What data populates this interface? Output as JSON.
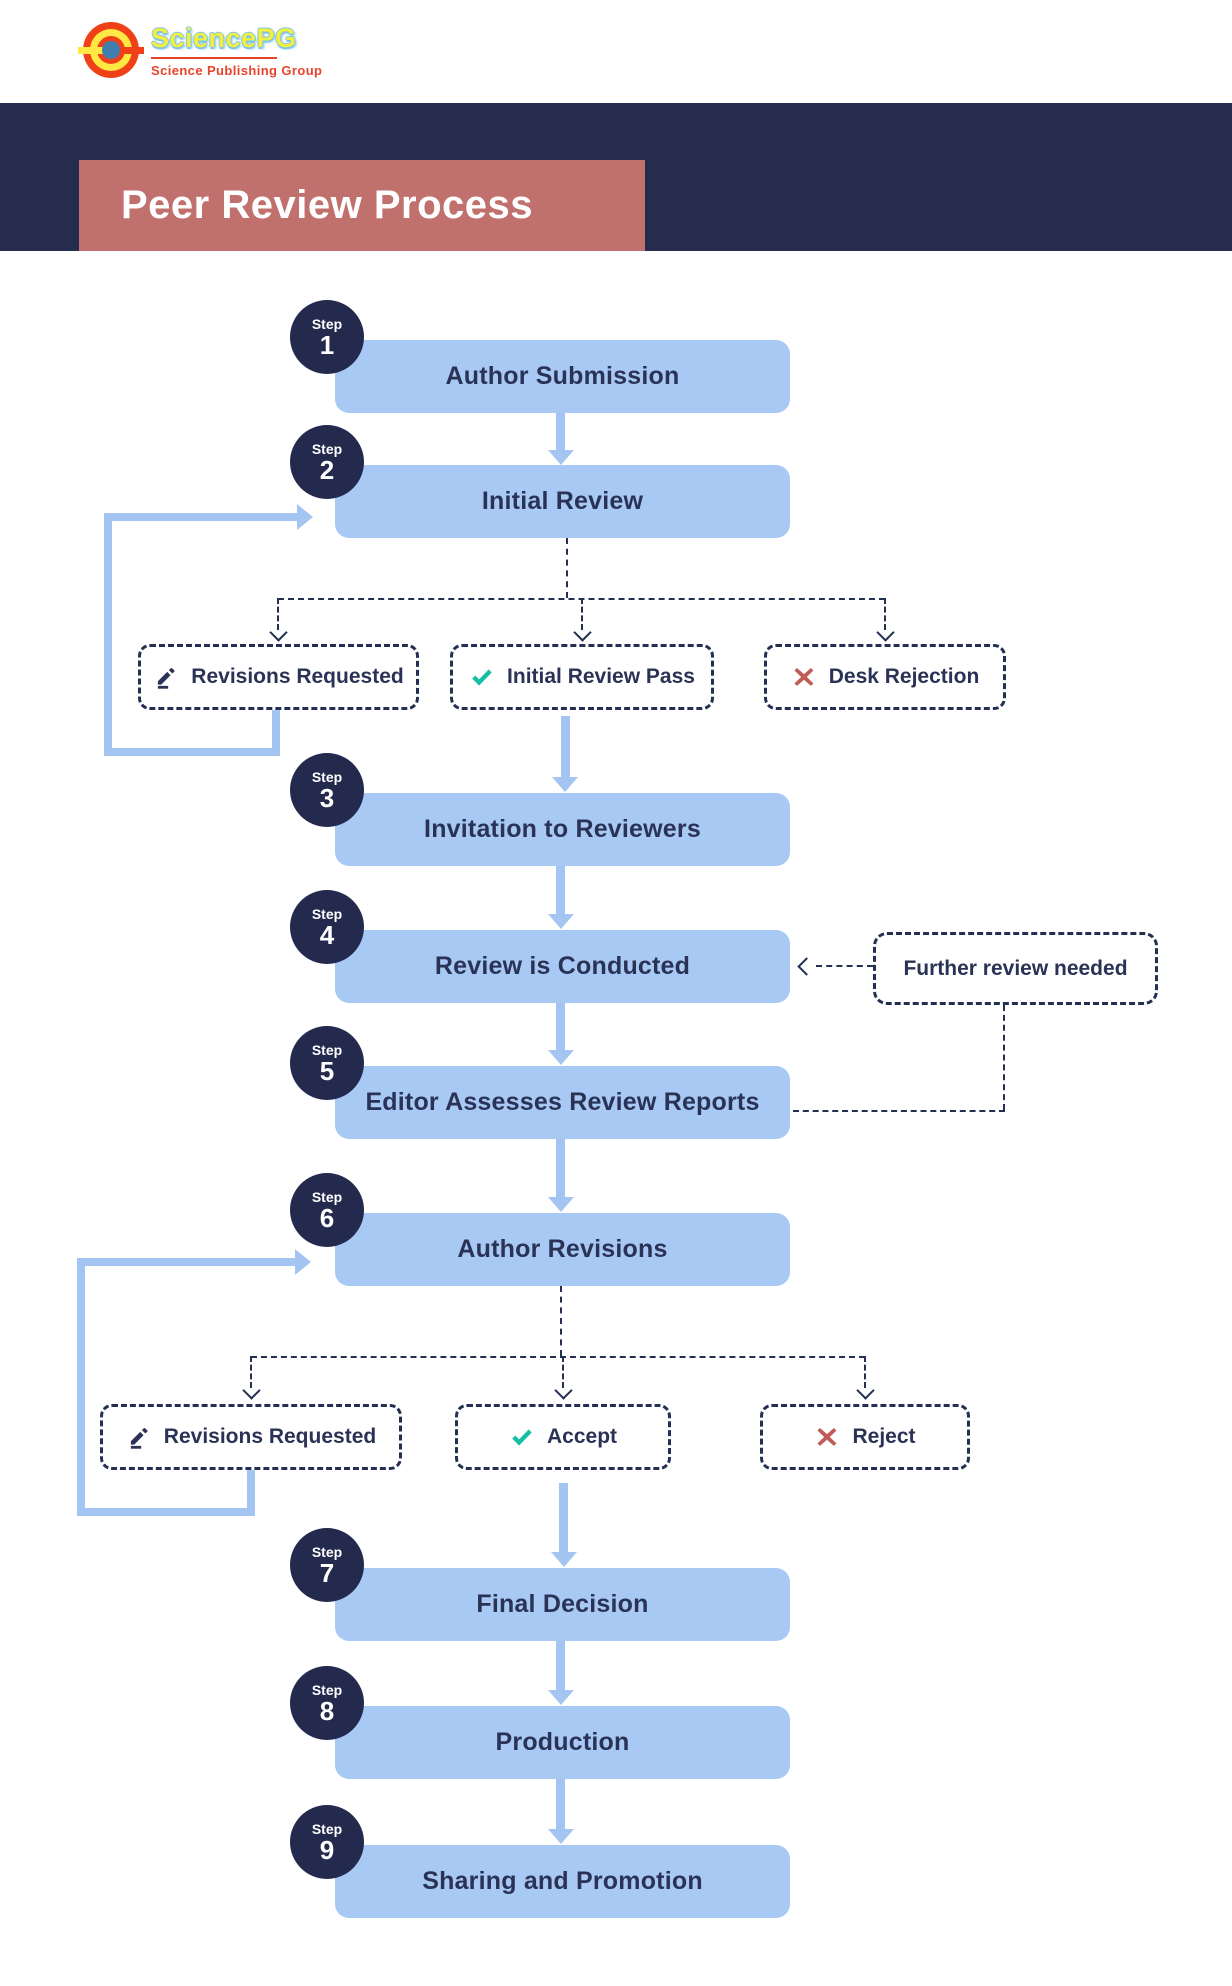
{
  "logo": {
    "name": "SciencePG",
    "tagline": "Science Publishing Group"
  },
  "header": {
    "title": "Peer Review Process"
  },
  "steps": [
    {
      "badge": "Step",
      "number": "1",
      "label": "Author Submission"
    },
    {
      "badge": "Step",
      "number": "2",
      "label": "Initial Review"
    },
    {
      "badge": "Step",
      "number": "3",
      "label": "Invitation to Reviewers"
    },
    {
      "badge": "Step",
      "number": "4",
      "label": "Review is Conducted"
    },
    {
      "badge": "Step",
      "number": "5",
      "label": "Editor Assesses Review Reports"
    },
    {
      "badge": "Step",
      "number": "6",
      "label": "Author Revisions"
    },
    {
      "badge": "Step",
      "number": "7",
      "label": "Final Decision"
    },
    {
      "badge": "Step",
      "number": "8",
      "label": "Production"
    },
    {
      "badge": "Step",
      "number": "9",
      "label": "Sharing and Promotion"
    }
  ],
  "branch_after_step2": {
    "options": [
      {
        "label": "Revisions Requested",
        "icon": "pencil-icon"
      },
      {
        "label": "Initial Review Pass",
        "icon": "check-icon"
      },
      {
        "label": "Desk Rejection",
        "icon": "x-icon"
      }
    ]
  },
  "branch_after_step6": {
    "options": [
      {
        "label": "Revisions Requested",
        "icon": "pencil-icon"
      },
      {
        "label": "Accept",
        "icon": "check-icon"
      },
      {
        "label": "Reject",
        "icon": "x-icon"
      }
    ]
  },
  "side_note": {
    "label": "Further review needed"
  },
  "colors": {
    "navy_band": "#262C4E",
    "title_banner": "#C1716D",
    "flow_box": "#A9C9F5",
    "arrow_blue": "#A4C5F1",
    "badge_navy": "#232A4D",
    "dash_navy": "#233052",
    "text_navy": "#2A3356",
    "check_teal": "#16BFA5",
    "reject_red": "#C05B57",
    "logo_yellow": "#F2EF3E",
    "logo_red": "#E8442B",
    "logo_blue_core": "#3F7FB0"
  }
}
